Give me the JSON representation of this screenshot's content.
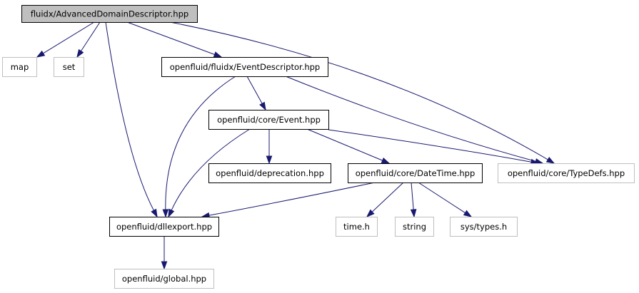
{
  "diagram": {
    "nodes": [
      {
        "id": "root",
        "label": "fluidx/AdvancedDomainDescriptor.hpp",
        "style": "root"
      },
      {
        "id": "map",
        "label": "map",
        "style": "external"
      },
      {
        "id": "set",
        "label": "set",
        "style": "external"
      },
      {
        "id": "eventdesc",
        "label": "openfluid/fluidx/EventDescriptor.hpp",
        "style": "internal"
      },
      {
        "id": "event",
        "label": "openfluid/core/Event.hpp",
        "style": "internal"
      },
      {
        "id": "deprecation",
        "label": "openfluid/deprecation.hpp",
        "style": "internal"
      },
      {
        "id": "datetime",
        "label": "openfluid/core/DateTime.hpp",
        "style": "internal"
      },
      {
        "id": "typedefs",
        "label": "openfluid/core/TypeDefs.hpp",
        "style": "external"
      },
      {
        "id": "dllexport",
        "label": "openfluid/dllexport.hpp",
        "style": "internal"
      },
      {
        "id": "timeh",
        "label": "time.h",
        "style": "external"
      },
      {
        "id": "string",
        "label": "string",
        "style": "external"
      },
      {
        "id": "systypes",
        "label": "sys/types.h",
        "style": "external"
      },
      {
        "id": "global",
        "label": "openfluid/global.hpp",
        "style": "external"
      }
    ],
    "edges": [
      {
        "from": "root",
        "to": "map"
      },
      {
        "from": "root",
        "to": "set"
      },
      {
        "from": "root",
        "to": "eventdesc"
      },
      {
        "from": "root",
        "to": "dllexport"
      },
      {
        "from": "root",
        "to": "typedefs"
      },
      {
        "from": "eventdesc",
        "to": "event"
      },
      {
        "from": "eventdesc",
        "to": "dllexport"
      },
      {
        "from": "eventdesc",
        "to": "typedefs"
      },
      {
        "from": "event",
        "to": "deprecation"
      },
      {
        "from": "event",
        "to": "datetime"
      },
      {
        "from": "event",
        "to": "dllexport"
      },
      {
        "from": "event",
        "to": "typedefs"
      },
      {
        "from": "datetime",
        "to": "dllexport"
      },
      {
        "from": "datetime",
        "to": "timeh"
      },
      {
        "from": "datetime",
        "to": "string"
      },
      {
        "from": "datetime",
        "to": "systypes"
      },
      {
        "from": "dllexport",
        "to": "global"
      }
    ],
    "colors": {
      "edge": "#191970",
      "root_fill": "#bfbfbf",
      "root_border": "#000000",
      "internal_border": "#000000",
      "external_border": "#bfbfbf",
      "node_fill": "#ffffff"
    }
  }
}
